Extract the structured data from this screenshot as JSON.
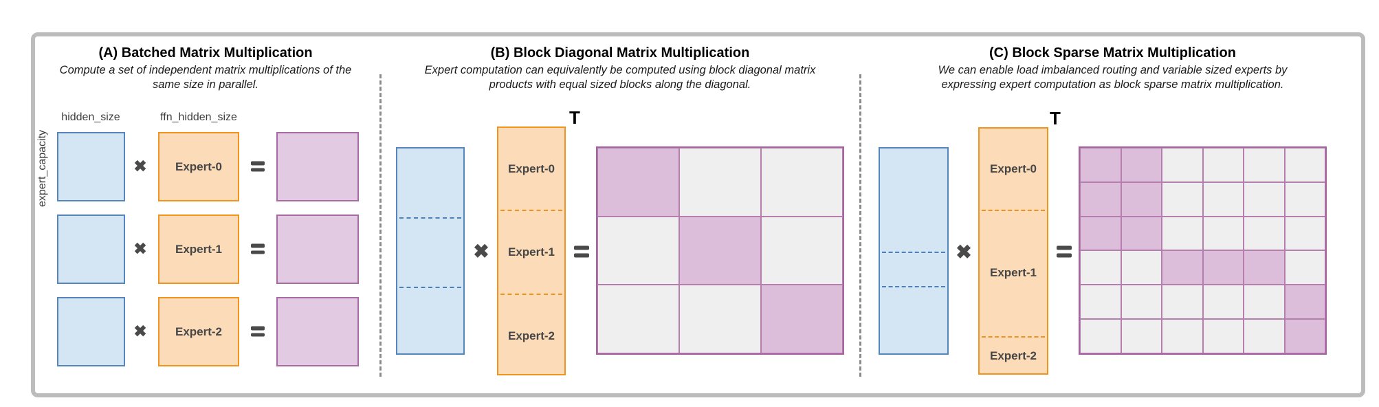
{
  "panels": {
    "a": {
      "title": "(A) Batched Matrix Multiplication",
      "subtitle": "Compute a set of independent matrix multiplications of the same size in parallel.",
      "labels": {
        "rows": "expert_capacity",
        "input_cols": "hidden_size",
        "weight_cols": "ffn_hidden_size"
      },
      "experts": [
        "Expert-0",
        "Expert-1",
        "Expert-2"
      ]
    },
    "b": {
      "title": "(B) Block Diagonal Matrix Multiplication",
      "subtitle": "Expert computation can equivalently be computed using block diagonal matrix products with equal sized blocks along the diagonal.",
      "experts": [
        "Expert-0",
        "Expert-1",
        "Expert-2"
      ],
      "transpose": "T",
      "result_grid": {
        "rows": 3,
        "cols": 3,
        "filled": [
          [
            0,
            0
          ],
          [
            1,
            1
          ],
          [
            2,
            2
          ]
        ]
      }
    },
    "c": {
      "title": "(C) Block Sparse Matrix Multiplication",
      "subtitle": "We can enable load imbalanced routing and variable sized experts by expressing expert computation as block sparse matrix multiplication.",
      "experts": [
        "Expert-0",
        "Expert-1",
        "Expert-2"
      ],
      "transpose": "T",
      "result_grid": {
        "rows": 6,
        "cols": 6,
        "filled": [
          [
            0,
            0
          ],
          [
            0,
            1
          ],
          [
            1,
            0
          ],
          [
            1,
            1
          ],
          [
            2,
            0
          ],
          [
            2,
            1
          ],
          [
            3,
            2
          ],
          [
            3,
            3
          ],
          [
            3,
            4
          ],
          [
            4,
            5
          ],
          [
            5,
            5
          ]
        ]
      }
    }
  },
  "operators": {
    "multiply": "✖",
    "equals": "="
  },
  "colors": {
    "frame_border": "#bcbcbc",
    "blue_fill": "#d4e5f4",
    "blue_border": "#5585bd",
    "orange_fill": "#fcdcb8",
    "orange_border": "#f1931d",
    "result_filled": "#dcbedb",
    "result_empty": "#f0eff0",
    "result_border": "#a563a0",
    "result_fill_panel_a": "#e2cbe2",
    "operator": "#4a4a4a",
    "separator": "#8c8c8c"
  }
}
